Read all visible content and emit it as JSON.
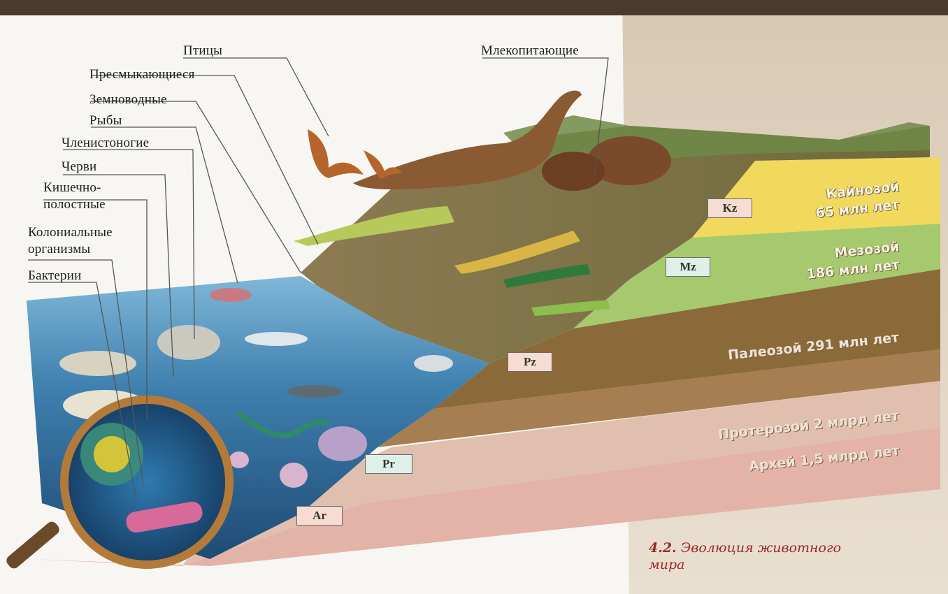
{
  "labels": {
    "birds": "Птицы",
    "reptiles": "Пресмыкающиеся",
    "amphibians": "Земноводные",
    "fish": "Рыбы",
    "arthropods": "Членистоногие",
    "worms": "Черви",
    "cnidarians_line1": "Кишечно-",
    "cnidarians_line2": "полостные",
    "colonial_line1": "Колониальные",
    "colonial_line2": "организмы",
    "bacteria": "Бактерии",
    "mammals": "Млекопитающие"
  },
  "tags": {
    "kz": "Kz",
    "mz": "Mz",
    "pz": "Pz",
    "pr": "Pr",
    "ar": "Ar"
  },
  "eras": {
    "cenozoic_line1": "Кайнозой",
    "cenozoic_line2": "65 млн лет",
    "mesozoic_line1": "Мезозой",
    "mesozoic_line2": "186 млн лет",
    "paleozoic": "Палеозой 291 млн лет",
    "proterozoic": "Протерозой 2 млрд лет",
    "archean": "Архей 1,5 млрд лет"
  },
  "caption": {
    "number": "4.2.",
    "text_line1": "Эволюция животного",
    "text_line2": "мира"
  },
  "colors": {
    "cenozoic": "#f0d95c",
    "mesozoic": "#a6c96e",
    "paleozoic": "#8b6a3a",
    "proterozoic": "#a57e52",
    "archean": "#e3b3a8",
    "water": "#3d7fae",
    "caption": "#9a2b2b"
  }
}
